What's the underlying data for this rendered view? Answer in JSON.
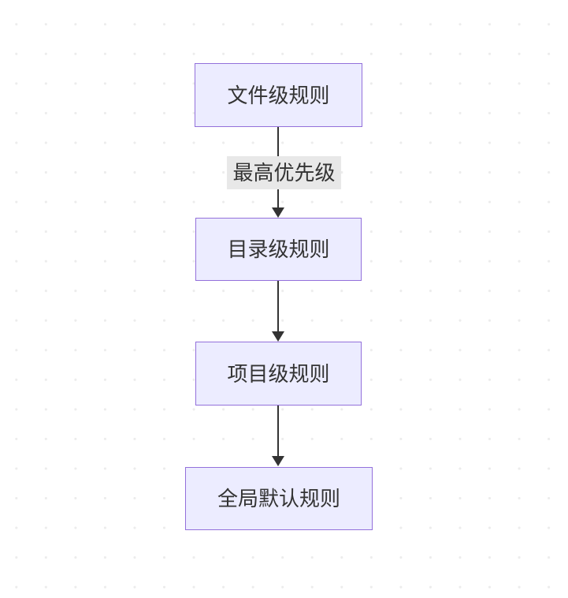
{
  "diagram": {
    "type": "flowchart",
    "direction": "top-down",
    "nodes": [
      {
        "label": "文件级规则"
      },
      {
        "label": "目录级规则"
      },
      {
        "label": "项目级规则"
      },
      {
        "label": "全局默认规则"
      }
    ],
    "edges": [
      {
        "from": "文件级规则",
        "to": "目录级规则",
        "label": "最高优先级"
      },
      {
        "from": "目录级规则",
        "to": "项目级规则",
        "label": ""
      },
      {
        "from": "项目级规则",
        "to": "全局默认规则",
        "label": ""
      }
    ],
    "colors": {
      "canvas_bg": "#ffffff",
      "dot_grid": "#ececec",
      "node_fill": "#ECECFF",
      "node_border": "#9370DB",
      "edge_line": "#333333",
      "edge_label_bg": "#e8e8e8",
      "text": "#333333"
    }
  }
}
